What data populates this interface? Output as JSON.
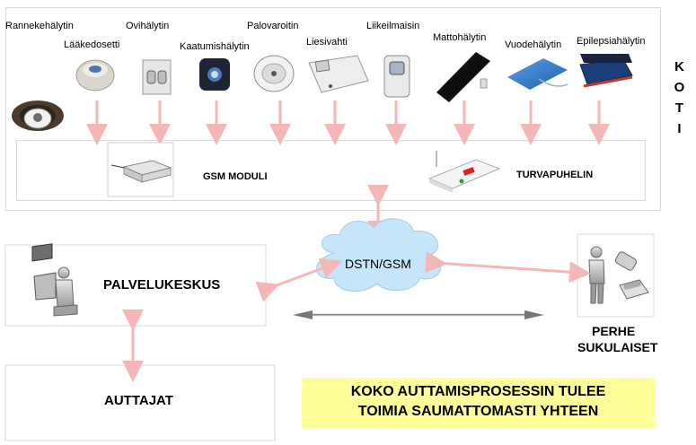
{
  "devices": [
    {
      "id": "rannekehalytin",
      "label": "Rannekehälytin",
      "icon": "wrist-alarm-icon"
    },
    {
      "id": "laakedosetti",
      "label": "Lääkedosetti",
      "icon": "medicine-dispenser-icon"
    },
    {
      "id": "ovihalytin",
      "label": "Ovihälytin",
      "icon": "door-alarm-icon"
    },
    {
      "id": "kaatumishalytin",
      "label": "Kaatumishälytin",
      "icon": "fall-alarm-icon"
    },
    {
      "id": "palovaroitin",
      "label": "Palovaroitin",
      "icon": "smoke-detector-icon"
    },
    {
      "id": "liesivahti",
      "label": "Liesivahti",
      "icon": "stove-guard-icon"
    },
    {
      "id": "liikeilmaisin",
      "label": "Liikeilmaisin",
      "icon": "motion-detector-icon"
    },
    {
      "id": "mattohalytin",
      "label": "Mattohälytin",
      "icon": "mat-alarm-icon"
    },
    {
      "id": "vuodehalytin",
      "label": "Vuodehälytin",
      "icon": "bed-alarm-icon"
    },
    {
      "id": "epilepsiahalytin",
      "label": "Epilepsiahälytin",
      "icon": "epilepsy-alarm-icon"
    }
  ],
  "home": {
    "side_label": "KOTI",
    "gsm_label": "GSM MODULI",
    "phone_label": "TURVAPUHELIN"
  },
  "network": {
    "label": "DSTN/GSM"
  },
  "service_center": {
    "label": "PALVELUKESKUS",
    "icon": "operator-computer-icon"
  },
  "family": {
    "line1": "PERHE",
    "line2": "SUKULAISET",
    "icon": "person-with-phones-icon"
  },
  "helpers": {
    "label": "AUTTAJAT"
  },
  "banner": {
    "line1": "KOKO AUTTAMISPROSESSIN TULEE",
    "line2": "TOIMIA SAUMATTOMASTI YHTEEN",
    "bg_color": "#ffff99"
  },
  "colors": {
    "arrow": "#f4b6b6",
    "cloud": "#c5e6f8",
    "border": "#d9d9d9"
  }
}
